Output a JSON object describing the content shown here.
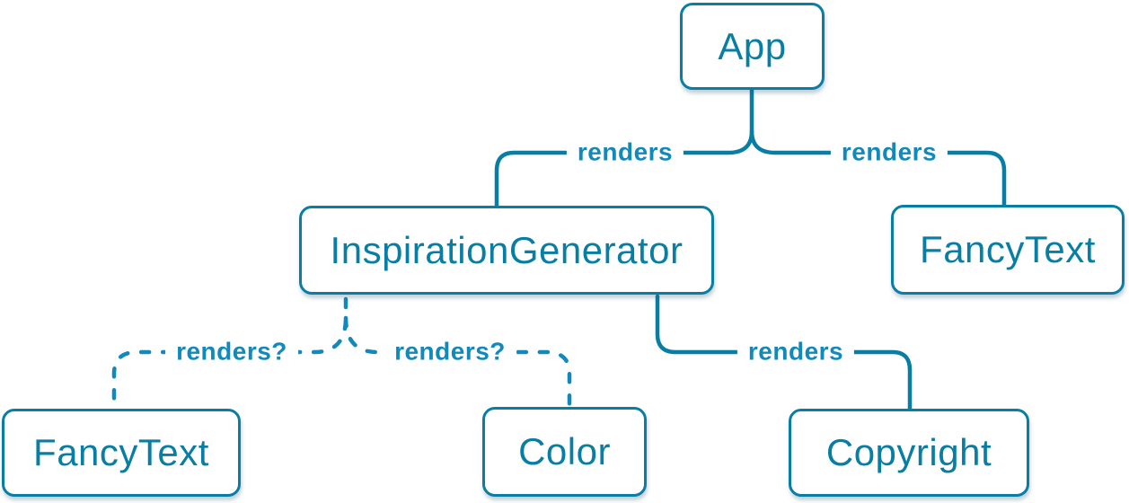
{
  "diagram": {
    "title": "React render tree diagram",
    "colors": {
      "background": "#ffffff",
      "solid_line": "#087ea4",
      "dashed_line": "#1289bb",
      "box_border": "#087ea4",
      "box_text": "#087ea4",
      "box_background": "#ffffff",
      "edge_label_text": "#1289bb"
    },
    "nodes": [
      {
        "id": "app",
        "label": "App"
      },
      {
        "id": "inspiration-generator",
        "label": "InspirationGenerator"
      },
      {
        "id": "fancy-text-top",
        "label": "FancyText"
      },
      {
        "id": "fancy-text-bottom",
        "label": "FancyText"
      },
      {
        "id": "color",
        "label": "Color"
      },
      {
        "id": "copyright",
        "label": "Copyright"
      }
    ],
    "edges": [
      {
        "from": "App",
        "to": "InspirationGenerator",
        "label": "renders",
        "style": "solid"
      },
      {
        "from": "App",
        "to": "FancyText",
        "label": "renders",
        "style": "solid"
      },
      {
        "from": "InspirationGenerator",
        "to": "FancyText",
        "label": "renders?",
        "style": "dashed"
      },
      {
        "from": "InspirationGenerator",
        "to": "Color",
        "label": "renders?",
        "style": "dashed"
      },
      {
        "from": "InspirationGenerator",
        "to": "Copyright",
        "label": "renders",
        "style": "solid"
      }
    ]
  }
}
